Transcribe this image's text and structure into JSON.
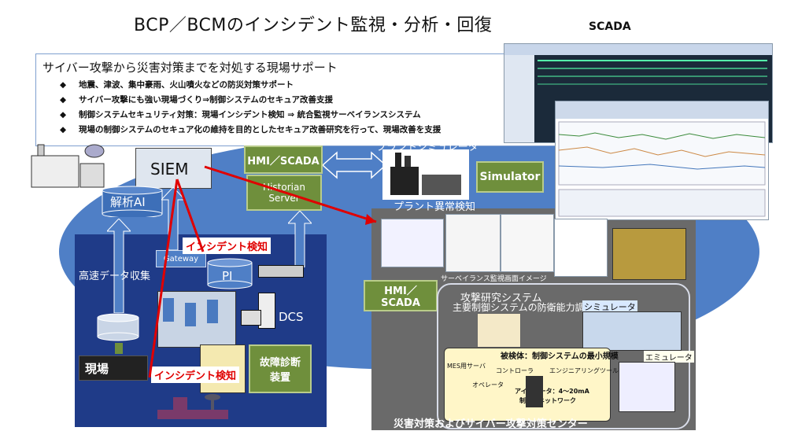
{
  "title": "BCP／BCMのインシデント監視・分析・回復",
  "scada_label": "SCADA",
  "support": {
    "heading": "サイバー攻撃から災害対策までを対処する現場サポート",
    "bullet_char": "◆",
    "items": [
      "地震、津波、集中豪雨、火山噴火などの防災対策サポート",
      "サイバー攻撃にも強い現場づくり⇒制御システムのセキュア改善支援",
      "制御システムセキュリティ対策：現場インシデント検知 ⇒ 統合監視サーベイランスシステム",
      "現場の制御システムのセキュア化の維持を目的としたセキュア改善研究を行って、現場改善を支援"
    ]
  },
  "nodes": {
    "siem": "SIEM",
    "analysis_ai": "解析AI",
    "hmi_scada_top": "HMI／SCADA",
    "historian": "Historian\nServer",
    "plant_simulator": "プラントシミュレータ",
    "simulator": "Simulator",
    "plant_anomaly": "プラント異常検知",
    "high_speed_data": "高速データ収集",
    "gateway": "Gateway",
    "pi": "PI",
    "dcs": "DCS",
    "field": "現場",
    "fault_diag": "故障診断\n装置",
    "incident_1": "インシデント検知",
    "incident_2": "インシデント検知",
    "hmi_scada_right": "HMI／SCADA",
    "surveillance_caption": "サーベイランス監視画面イメージ",
    "attack_research": "攻撃研究システム",
    "defense_survey": "主要制御システムの防衛能力調査",
    "simulator_jp": "シミュレータ",
    "test_subject": "被検体：制御システムの最小規模",
    "mes": "MES用サーバ",
    "controller": "コントローラ",
    "engineering_tool": "エンジニアリングツール",
    "operator": "オペレータ",
    "isolator": "アイソレータ：4～20mA",
    "control_network": "制御用ネットワーク",
    "emulator": "エミュレータ",
    "center": "災害対策およびサイバー攻撃対策センター"
  },
  "colors": {
    "ellipse": "#4f7fc6",
    "left_panel": "#1f3b88",
    "right_panel": "#6a6a6a",
    "green": "#6f8f3c",
    "red": "#e00000"
  }
}
